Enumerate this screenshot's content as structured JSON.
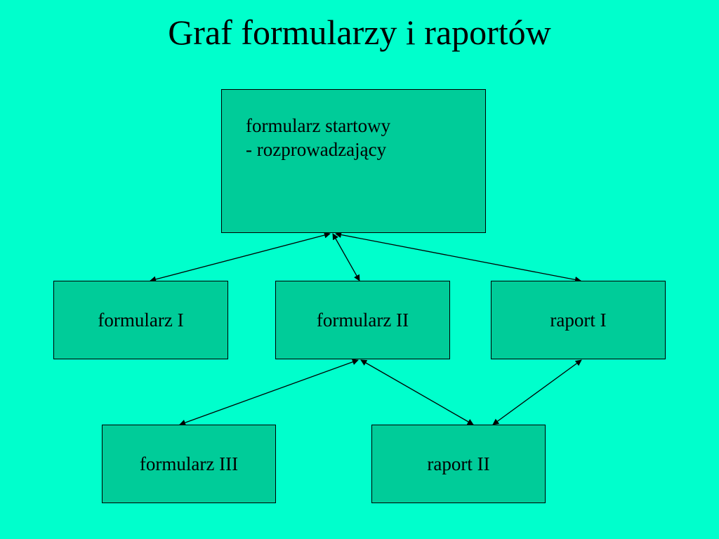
{
  "title": "Graf formularzy i raportów",
  "nodes": {
    "start": {
      "line1": "formularz startowy",
      "line2": "- rozprowadzający"
    },
    "form1": {
      "label": "formularz I"
    },
    "form2": {
      "label": "formularz II"
    },
    "report1": {
      "label": "raport I"
    },
    "form3": {
      "label": "formularz III"
    },
    "report2": {
      "label": "raport II"
    }
  },
  "edges": [
    {
      "from": "start",
      "to": "form1",
      "direction": "both"
    },
    {
      "from": "start",
      "to": "form2",
      "direction": "both"
    },
    {
      "from": "start",
      "to": "report1",
      "direction": "both"
    },
    {
      "from": "form2",
      "to": "form3",
      "direction": "both"
    },
    {
      "from": "form2",
      "to": "report2",
      "direction": "both"
    },
    {
      "from": "report1",
      "to": "report2",
      "direction": "both"
    }
  ],
  "colors": {
    "background": "#00FFCC",
    "box_fill": "#00CC99",
    "stroke": "#000000"
  }
}
